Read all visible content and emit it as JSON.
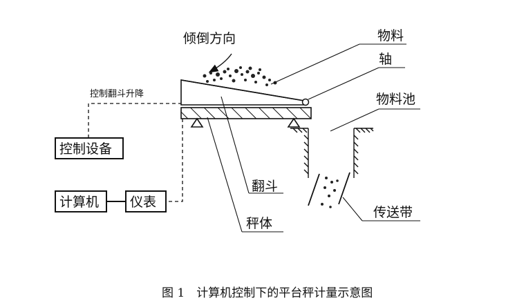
{
  "diagram": {
    "labels": {
      "tilt_direction": "倾倒方向",
      "material": "物料",
      "axis": "轴",
      "material_pool": "物料池",
      "bucket_lift": "控制翻斗升降",
      "control_device": "控制设备",
      "computer": "计算机",
      "instrument": "仪表",
      "tipping_bucket": "翻斗",
      "scale_body": "秤体",
      "conveyor_belt": "传送带"
    },
    "caption": "图 1　计算机控制下的平台秤计量示意图"
  }
}
